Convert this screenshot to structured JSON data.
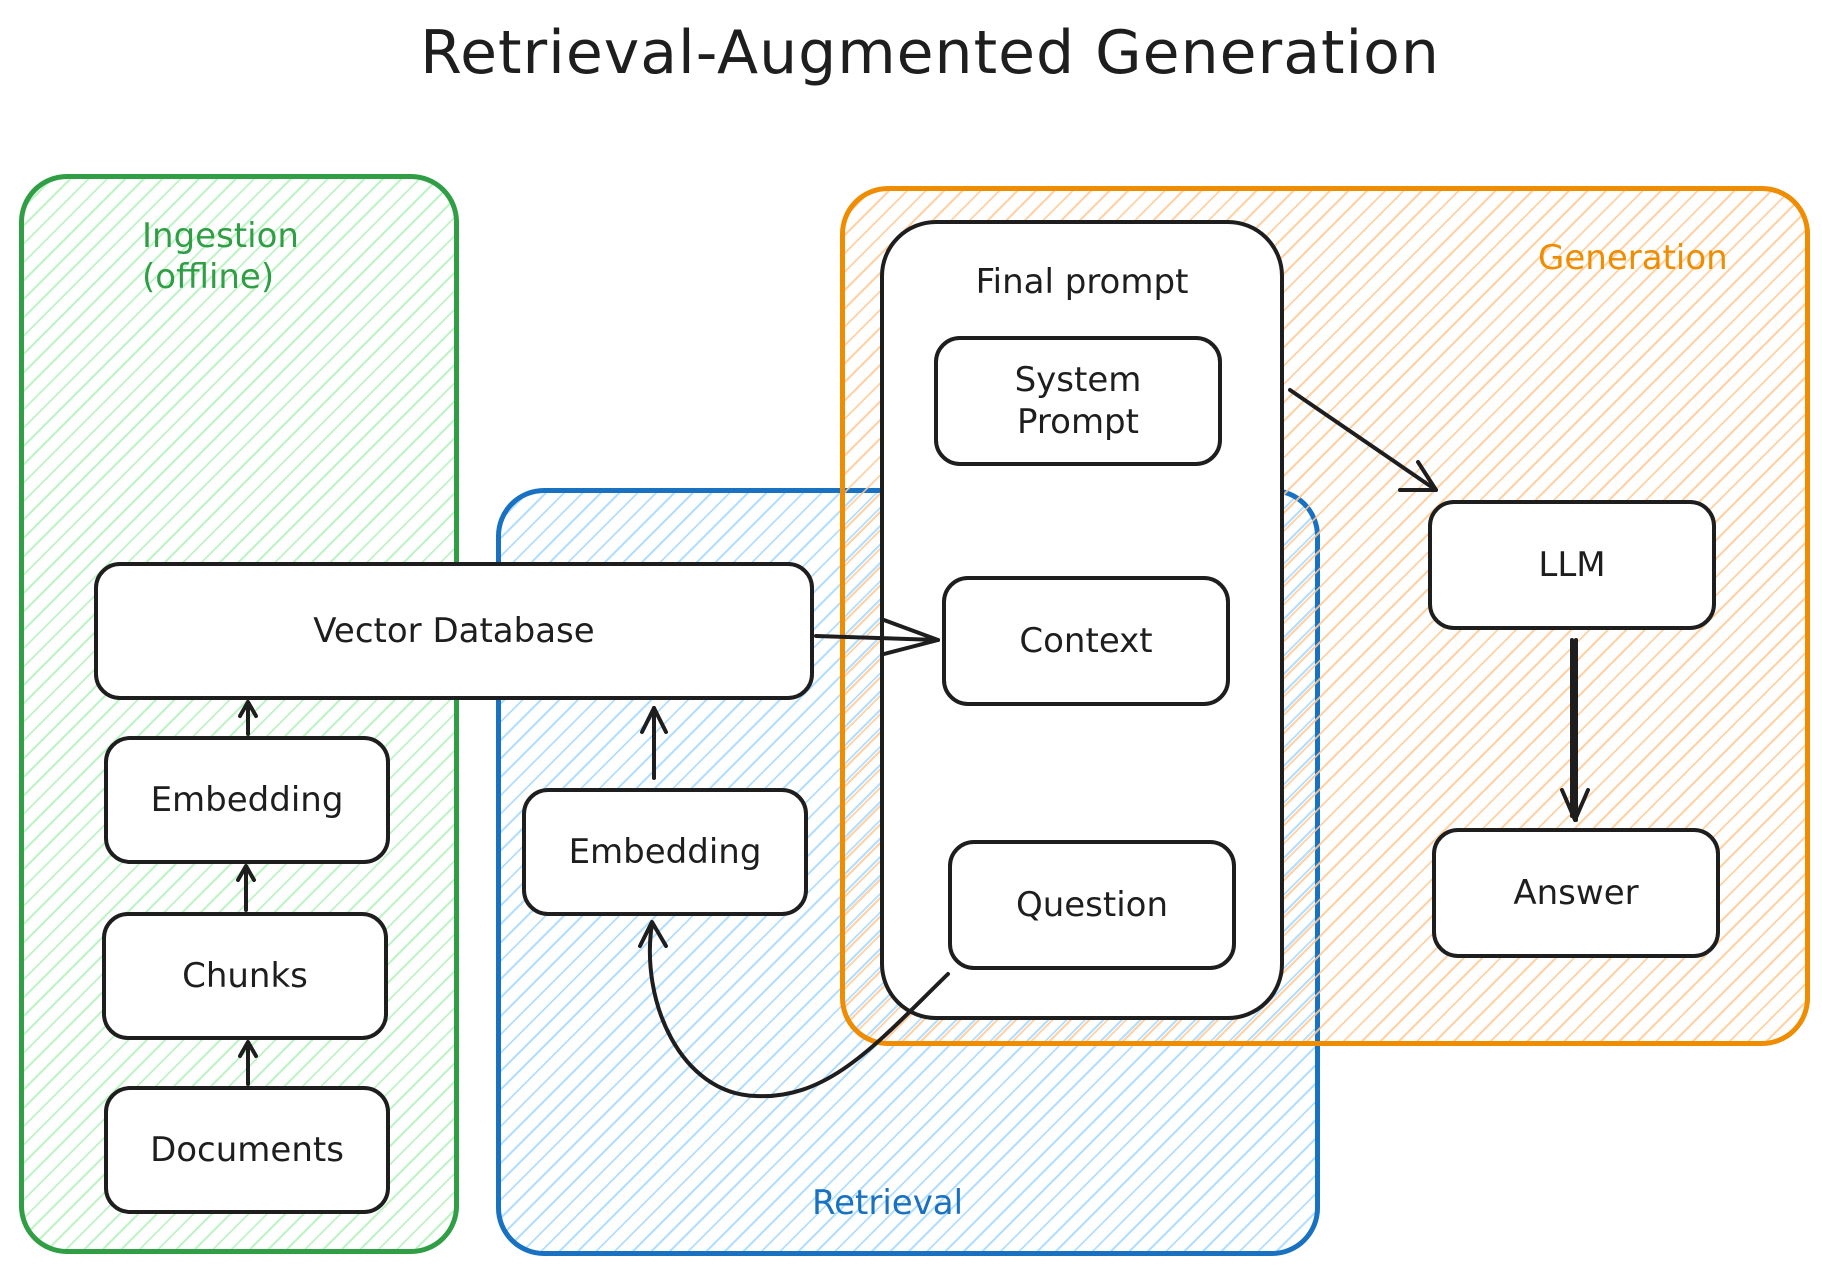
{
  "title": "Retrieval-Augmented Generation",
  "groups": {
    "ingestion": {
      "label_line1": "Ingestion",
      "label_line2": "(offline)",
      "color": "#2f9e44"
    },
    "retrieval": {
      "label": "Retrieval",
      "color": "#1971c2"
    },
    "generation": {
      "label": "Generation",
      "color": "#f08c00"
    }
  },
  "nodes": {
    "vector_database": "Vector Database",
    "ingest_embedding": "Embedding",
    "chunks": "Chunks",
    "documents": "Documents",
    "query_embedding": "Embedding",
    "final_prompt": "Final prompt",
    "system_prompt_line1": "System",
    "system_prompt_line2": "Prompt",
    "context": "Context",
    "question": "Question",
    "llm": "LLM",
    "answer": "Answer"
  },
  "stroke_color": "#1e1e1e"
}
